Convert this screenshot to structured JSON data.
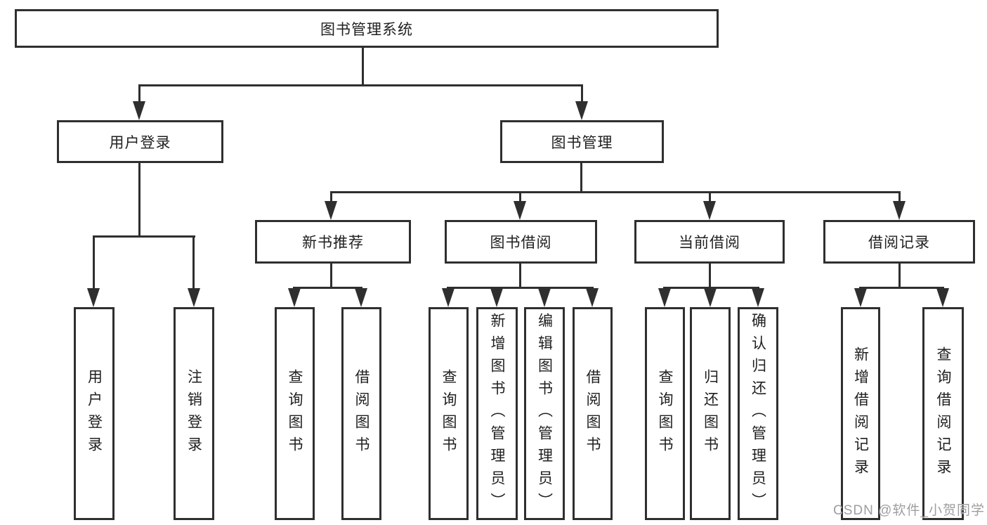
{
  "diagram": {
    "title_node": "图书管理系统",
    "level2": {
      "user_login": "用户登录",
      "book_mgmt": "图书管理"
    },
    "level3": {
      "new_book": "新书推荐",
      "book_borrow": "图书借阅",
      "current_borrow": "当前借阅",
      "borrow_record": "借阅记录"
    },
    "leaves": {
      "user_login": "用户登录",
      "logout": "注销登录",
      "nb_query": "查询图书",
      "nb_borrow": "借阅图书",
      "bb_query": "查询图书",
      "bb_add": "新增图书（管理员）",
      "bb_edit": "编辑图书（管理员）",
      "bb_borrow": "借阅图书",
      "cb_query": "查询图书",
      "cb_return": "归还图书",
      "cb_confirm": "确认归还（管理员）",
      "br_add": "新增借阅记录",
      "br_query": "查询借阅记录"
    },
    "watermark": "CSDN @软件_小贺同学",
    "colors": {
      "line": "#2f2f2f",
      "text": "#1f1f1f",
      "watermark": "#9e9e9e",
      "background": "#ffffff"
    }
  }
}
